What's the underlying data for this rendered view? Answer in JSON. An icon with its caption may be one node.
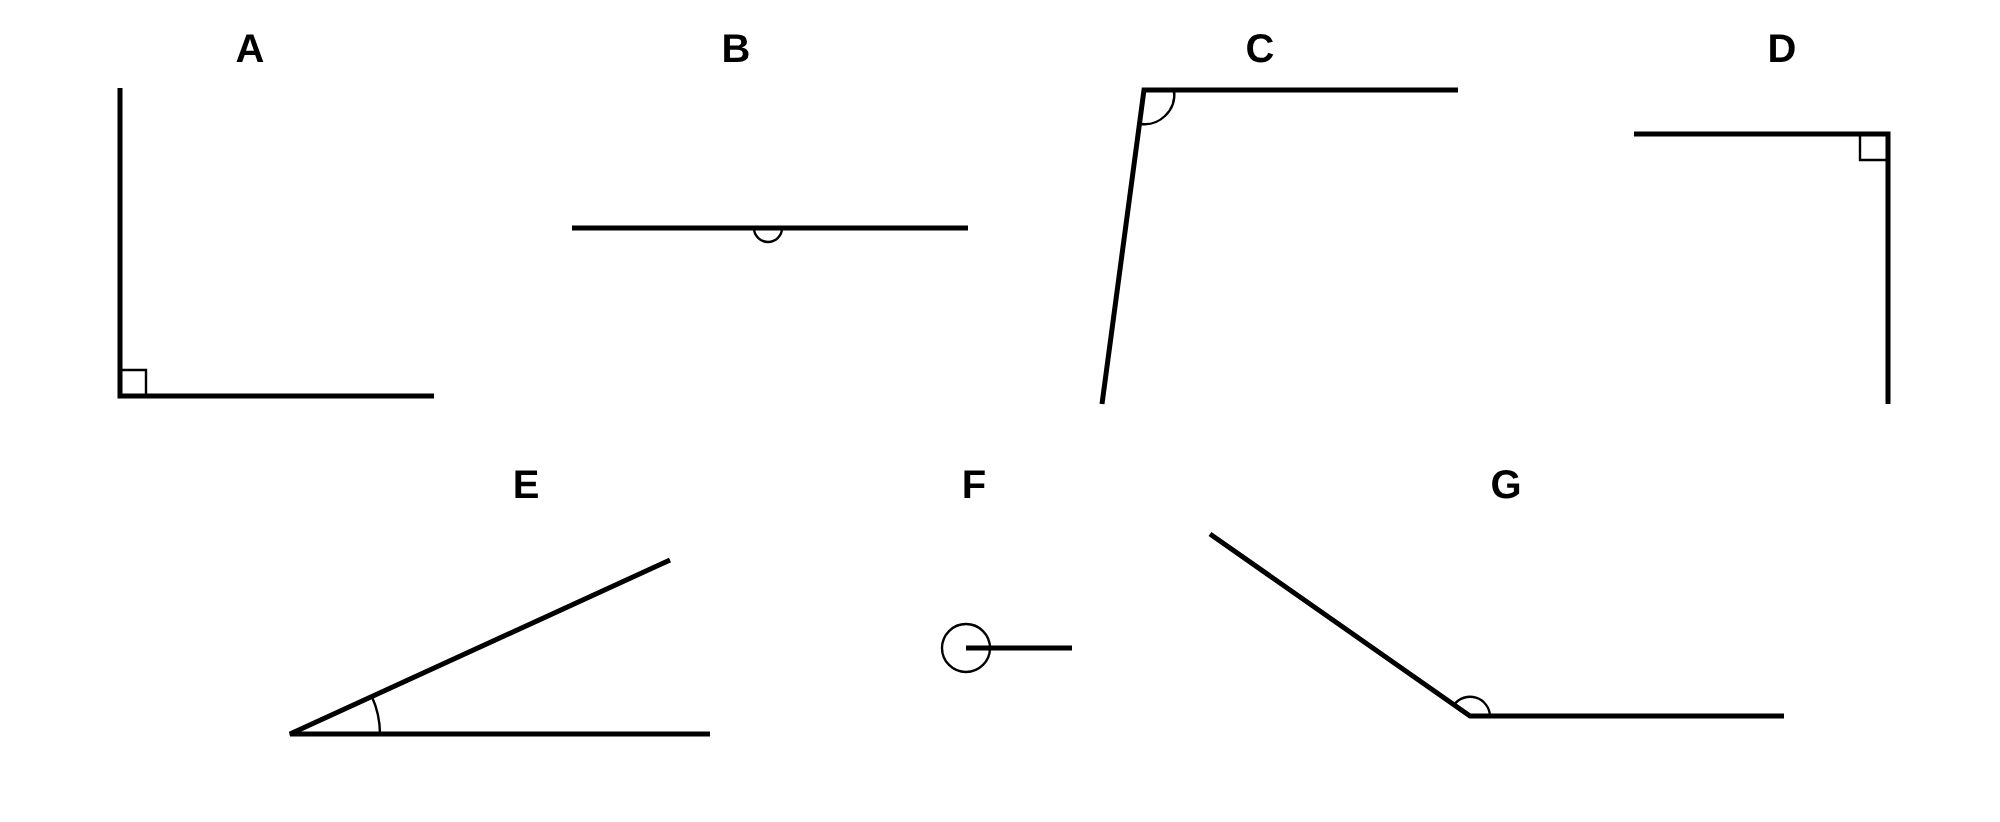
{
  "diagram": {
    "labels": [
      "A",
      "B",
      "C",
      "D",
      "E",
      "F",
      "G"
    ]
  }
}
